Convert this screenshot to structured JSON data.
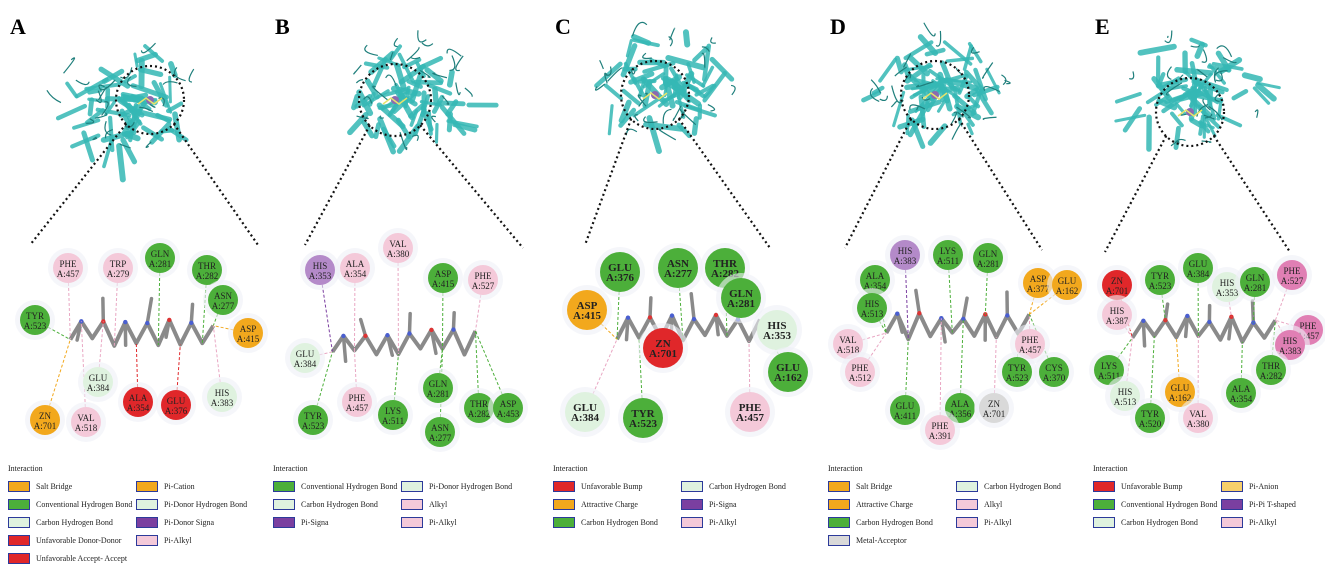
{
  "colors": {
    "protein": "#35b8b5",
    "salt_bridge": "#f2a81d",
    "conventional_hbond": "#4caf3a",
    "carbon_hbond": "#dff2df",
    "pi_donor_hbond": "#dff2df",
    "unfavorable": "#e0272a",
    "pi_cation": "#f2a81d",
    "pi_sigma": "#7b3fa0",
    "pi_alkyl": "#f4c9d9",
    "alkyl": "#f4c9d9",
    "attractive_charge": "#f2a81d",
    "metal_acceptor": "#d9d9d9",
    "pi_anion": "#f7cf6b",
    "pi_pi_tshaped": "#7b3fa0",
    "pi_alkyl_dark": "#e07fb4"
  },
  "panels": [
    {
      "letter": "A",
      "legend_title": "Interaction",
      "legend": [
        {
          "label": "Salt Bridge",
          "color": "#f2a81d"
        },
        {
          "label": "Conventional Hydrogen Bond",
          "color": "#4caf3a"
        },
        {
          "label": "Carbon Hydrogen Bond",
          "color": "#dff2df"
        },
        {
          "label": "Unfavorable Donor-Donor",
          "color": "#e0272a"
        },
        {
          "label": "Unfavorable Accept- Accept",
          "color": "#e0272a"
        },
        {
          "label": "Pi-Cation",
          "color": "#f2a81d"
        },
        {
          "label": "Pi-Donor Hydrogen Bond",
          "color": "#dff2df"
        },
        {
          "label": "Pi-Donor Signa",
          "color": "#7b3fa0"
        },
        {
          "label": "Pi-Alkyl",
          "color": "#f4c9d9"
        }
      ],
      "residues": [
        {
          "name": "PHE",
          "num": "A:457",
          "color": "#f4c9d9"
        },
        {
          "name": "TRP",
          "num": "A:279",
          "color": "#f4c9d9"
        },
        {
          "name": "GLN",
          "num": "A:281",
          "color": "#4caf3a"
        },
        {
          "name": "THR",
          "num": "A:282",
          "color": "#4caf3a"
        },
        {
          "name": "ASN",
          "num": "A:277",
          "color": "#4caf3a"
        },
        {
          "name": "ASP",
          "num": "A:415",
          "color": "#f2a81d"
        },
        {
          "name": "TYR",
          "num": "A:523",
          "color": "#4caf3a"
        },
        {
          "name": "GLU",
          "num": "A:384",
          "color": "#dff2df"
        },
        {
          "name": "ALA",
          "num": "A:354",
          "color": "#e0272a"
        },
        {
          "name": "GLU",
          "num": "A:376",
          "color": "#e0272a"
        },
        {
          "name": "HIS",
          "num": "A:383",
          "color": "#dff2df"
        },
        {
          "name": "ZN",
          "num": "A:701",
          "color": "#f2a81d"
        },
        {
          "name": "VAL",
          "num": "A:518",
          "color": "#f4c9d9"
        }
      ]
    },
    {
      "letter": "B",
      "legend_title": "Interaction",
      "legend": [
        {
          "label": "Conventional Hydrogen Bond",
          "color": "#4caf3a"
        },
        {
          "label": "Carbon Hydrogen Bond",
          "color": "#dff2df"
        },
        {
          "label": "Pi-Signa",
          "color": "#7b3fa0"
        },
        {
          "label": "Pi-Donor Hydrogen Bond",
          "color": "#dff2df"
        },
        {
          "label": "Alkyl",
          "color": "#f4c9d9"
        },
        {
          "label": "Pi-Alkyl",
          "color": "#f4c9d9"
        }
      ],
      "residues": [
        {
          "name": "HIS",
          "num": "A:353",
          "color": "#b48ac9"
        },
        {
          "name": "ALA",
          "num": "A:354",
          "color": "#f4c9d9"
        },
        {
          "name": "VAL",
          "num": "A:380",
          "color": "#f4c9d9"
        },
        {
          "name": "ASP",
          "num": "A:415",
          "color": "#4caf3a"
        },
        {
          "name": "PHE",
          "num": "A:527",
          "color": "#f4c9d9"
        },
        {
          "name": "GLU",
          "num": "A:384",
          "color": "#dff2df"
        },
        {
          "name": "TYR",
          "num": "A:523",
          "color": "#4caf3a"
        },
        {
          "name": "PHE",
          "num": "A:457",
          "color": "#f4c9d9"
        },
        {
          "name": "LYS",
          "num": "A:511",
          "color": "#4caf3a"
        },
        {
          "name": "GLN",
          "num": "A:281",
          "color": "#4caf3a"
        },
        {
          "name": "ASN",
          "num": "A:277",
          "color": "#4caf3a"
        },
        {
          "name": "THR",
          "num": "A:282",
          "color": "#4caf3a"
        },
        {
          "name": "ASP",
          "num": "A:453",
          "color": "#4caf3a"
        }
      ]
    },
    {
      "letter": "C",
      "legend_title": "Interaction",
      "legend": [
        {
          "label": "Unfavorable Bump",
          "color": "#e0272a"
        },
        {
          "label": "Attractive Charge",
          "color": "#f2a81d"
        },
        {
          "label": "Carbon Hydrogen Bond",
          "color": "#4caf3a"
        },
        {
          "label": "Carbon Hydrogen Bond",
          "color": "#dff2df"
        },
        {
          "label": "Pi-Signa",
          "color": "#7b3fa0"
        },
        {
          "label": "Pi-Alkyl",
          "color": "#f4c9d9"
        }
      ],
      "residues": [
        {
          "name": "GLU",
          "num": "A:376",
          "color": "#4caf3a"
        },
        {
          "name": "ASN",
          "num": "A:277",
          "color": "#4caf3a"
        },
        {
          "name": "THR",
          "num": "A:282",
          "color": "#4caf3a"
        },
        {
          "name": "GLN",
          "num": "A:281",
          "color": "#4caf3a"
        },
        {
          "name": "ASP",
          "num": "A:415",
          "color": "#f2a81d"
        },
        {
          "name": "ZN",
          "num": "A:701",
          "color": "#e0272a"
        },
        {
          "name": "HIS",
          "num": "A:353",
          "color": "#dff2df"
        },
        {
          "name": "GLU",
          "num": "A:162",
          "color": "#4caf3a"
        },
        {
          "name": "GLU",
          "num": "A:384",
          "color": "#dff2df"
        },
        {
          "name": "TYR",
          "num": "A:523",
          "color": "#4caf3a"
        },
        {
          "name": "PHE",
          "num": "A:457",
          "color": "#f4c9d9"
        }
      ]
    },
    {
      "letter": "D",
      "legend_title": "Interaction",
      "legend": [
        {
          "label": "Salt Bridge",
          "color": "#f2a81d"
        },
        {
          "label": "Attractive Charge",
          "color": "#f2a81d"
        },
        {
          "label": "Carbon Hydrogen Bond",
          "color": "#4caf3a"
        },
        {
          "label": "Metal-Acceptor",
          "color": "#d9d9d9"
        },
        {
          "label": "Carbon Hydrogen Bond",
          "color": "#dff2df"
        },
        {
          "label": "Alkyl",
          "color": "#f4c9d9"
        },
        {
          "label": "Pi-Alkyl",
          "color": "#f4c9d9"
        }
      ],
      "residues": [
        {
          "name": "HIS",
          "num": "A:383",
          "color": "#b48ac9"
        },
        {
          "name": "LYS",
          "num": "A:511",
          "color": "#4caf3a"
        },
        {
          "name": "GLN",
          "num": "A:281",
          "color": "#4caf3a"
        },
        {
          "name": "ALA",
          "num": "A:354",
          "color": "#4caf3a"
        },
        {
          "name": "ASP",
          "num": "A:377",
          "color": "#f2a81d"
        },
        {
          "name": "GLU",
          "num": "A:162",
          "color": "#f2a81d"
        },
        {
          "name": "HIS",
          "num": "A:513",
          "color": "#4caf3a"
        },
        {
          "name": "VAL",
          "num": "A:518",
          "color": "#f4c9d9"
        },
        {
          "name": "PHE",
          "num": "A:457",
          "color": "#f4c9d9"
        },
        {
          "name": "CYS",
          "num": "A:370",
          "color": "#4caf3a"
        },
        {
          "name": "PHE",
          "num": "A:512",
          "color": "#f4c9d9"
        },
        {
          "name": "TYR",
          "num": "A:523",
          "color": "#4caf3a"
        },
        {
          "name": "GLU",
          "num": "A:411",
          "color": "#4caf3a"
        },
        {
          "name": "ALA",
          "num": "A:356",
          "color": "#4caf3a"
        },
        {
          "name": "ZN",
          "num": "A:701",
          "color": "#d9d9d9"
        },
        {
          "name": "PHE",
          "num": "A:391",
          "color": "#f4c9d9"
        }
      ]
    },
    {
      "letter": "E",
      "legend_title": "Interaction",
      "legend": [
        {
          "label": "Unfavorable Bump",
          "color": "#e0272a"
        },
        {
          "label": "Conventional Hydrogen Bond",
          "color": "#4caf3a"
        },
        {
          "label": "Carbon Hydrogen Bond",
          "color": "#dff2df"
        },
        {
          "label": "Pi-Anion",
          "color": "#f7cf6b"
        },
        {
          "label": "Pi-Pi T-shaped",
          "color": "#7b3fa0"
        },
        {
          "label": "Pi-Alkyl",
          "color": "#f4c9d9"
        }
      ],
      "residues": [
        {
          "name": "ZN",
          "num": "A:701",
          "color": "#e0272a"
        },
        {
          "name": "TYR",
          "num": "A:523",
          "color": "#4caf3a"
        },
        {
          "name": "GLU",
          "num": "A:384",
          "color": "#4caf3a"
        },
        {
          "name": "HIS",
          "num": "A:353",
          "color": "#dff2df"
        },
        {
          "name": "GLN",
          "num": "A:281",
          "color": "#4caf3a"
        },
        {
          "name": "PHE",
          "num": "A:527",
          "color": "#e07fb4"
        },
        {
          "name": "HIS",
          "num": "A:387",
          "color": "#f4c9d9"
        },
        {
          "name": "PHE",
          "num": "A:457",
          "color": "#e07fb4"
        },
        {
          "name": "HIS",
          "num": "A:383",
          "color": "#e07fb4"
        },
        {
          "name": "LYS",
          "num": "A:511",
          "color": "#4caf3a"
        },
        {
          "name": "THR",
          "num": "A:282",
          "color": "#4caf3a"
        },
        {
          "name": "HIS",
          "num": "A:513",
          "color": "#dff2df"
        },
        {
          "name": "GLU",
          "num": "A:162",
          "color": "#f2a81d"
        },
        {
          "name": "ALA",
          "num": "A:354",
          "color": "#4caf3a"
        },
        {
          "name": "TYR",
          "num": "A:520",
          "color": "#4caf3a"
        },
        {
          "name": "VAL",
          "num": "A:380",
          "color": "#f4c9d9"
        }
      ]
    }
  ]
}
